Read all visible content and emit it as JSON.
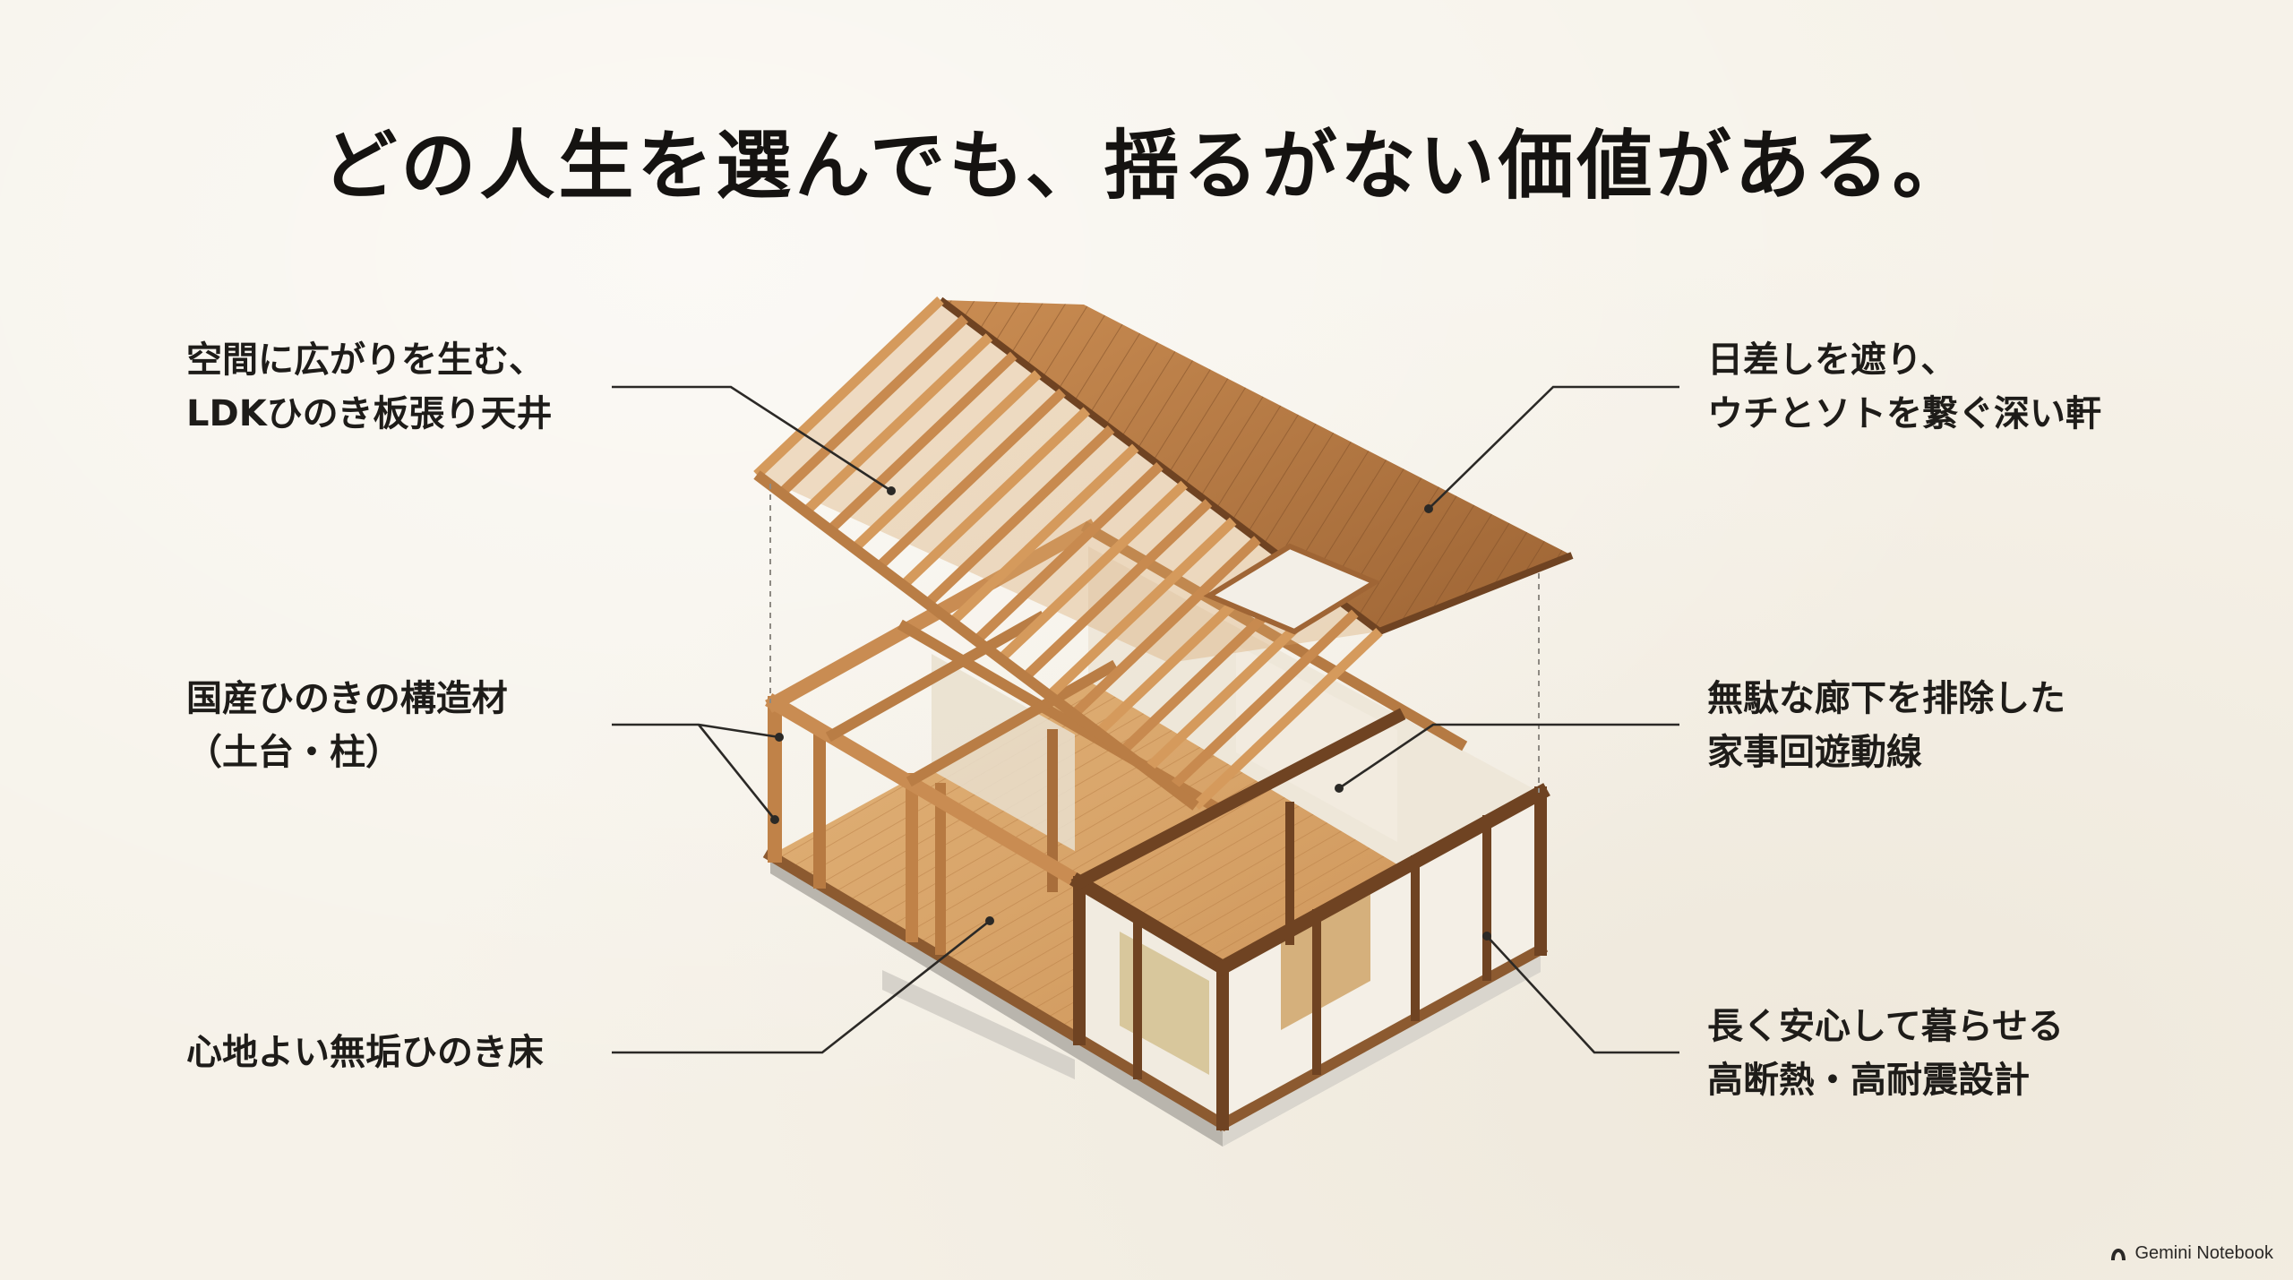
{
  "title": "どの人生を選んでも、揺るがない価値がある。",
  "callouts": {
    "ceiling": {
      "line1": "空間に広がりを生む、",
      "line2": "LDKひのき板張り天井"
    },
    "eaves": {
      "line1": "日差しを遮り、",
      "line2": "ウチとソトを繋ぐ深い軒"
    },
    "structure": {
      "line1": "国産ひのきの構造材",
      "line2": "（土台・柱）"
    },
    "circulation": {
      "line1": "無駄な廊下を排除した",
      "line2": "家事回遊動線"
    },
    "floor": {
      "line1": "心地よい無垢ひのき床"
    },
    "insulation": {
      "line1": "長く安心して暮らせる",
      "line2": "高断熱・高耐震設計"
    }
  },
  "brand": {
    "name": "Gemini Notebook",
    "icon": "gemini-notebook-icon"
  },
  "colors": {
    "background": "#f6f2e9",
    "wood_light": "#d9a66b",
    "wood_mid": "#b97d45",
    "wood_dark": "#7a4a26",
    "plaster": "#efe8dc",
    "foundation": "#c9c5bd",
    "leader_line": "#2b2926"
  }
}
